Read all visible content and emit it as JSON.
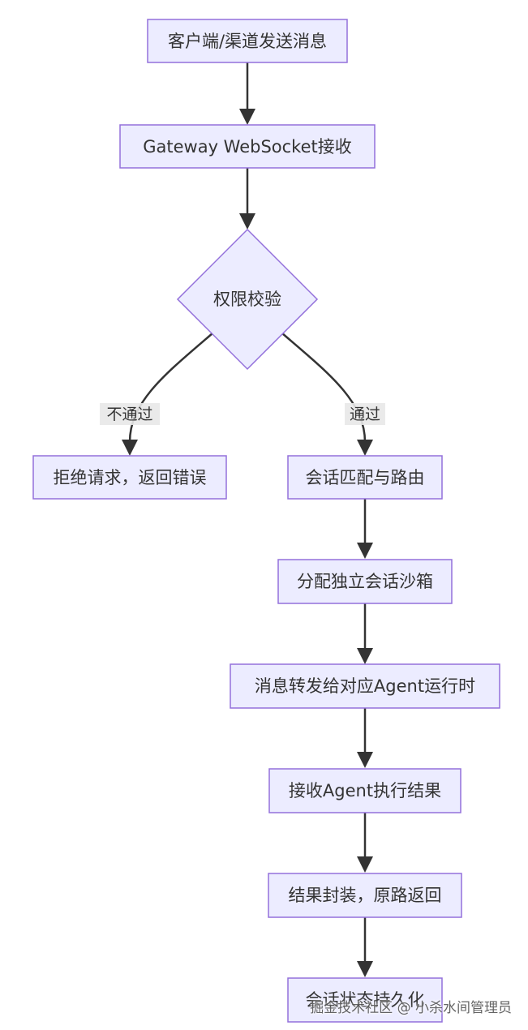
{
  "nodes": {
    "client_send": "客户端/渠道发送消息",
    "gateway_receive": "Gateway WebSocket接收",
    "permission_check": "权限校验",
    "reject": "拒绝请求，返回错误",
    "session_match": "会话匹配与路由",
    "allocate_sandbox": "分配独立会话沙箱",
    "forward_message": "消息转发给对应Agent运行时",
    "receive_result": "接收Agent执行结果",
    "package_result": "结果封装，原路返回",
    "persist_state": "会话状态持久化"
  },
  "edge_labels": {
    "fail": "不通过",
    "pass": "通过"
  },
  "watermark": "掘金技术社区 @ 小杀水间管理员",
  "colors": {
    "node_fill": "#ececff",
    "node_stroke": "#9370db",
    "edge": "#333333",
    "text": "#333333"
  }
}
